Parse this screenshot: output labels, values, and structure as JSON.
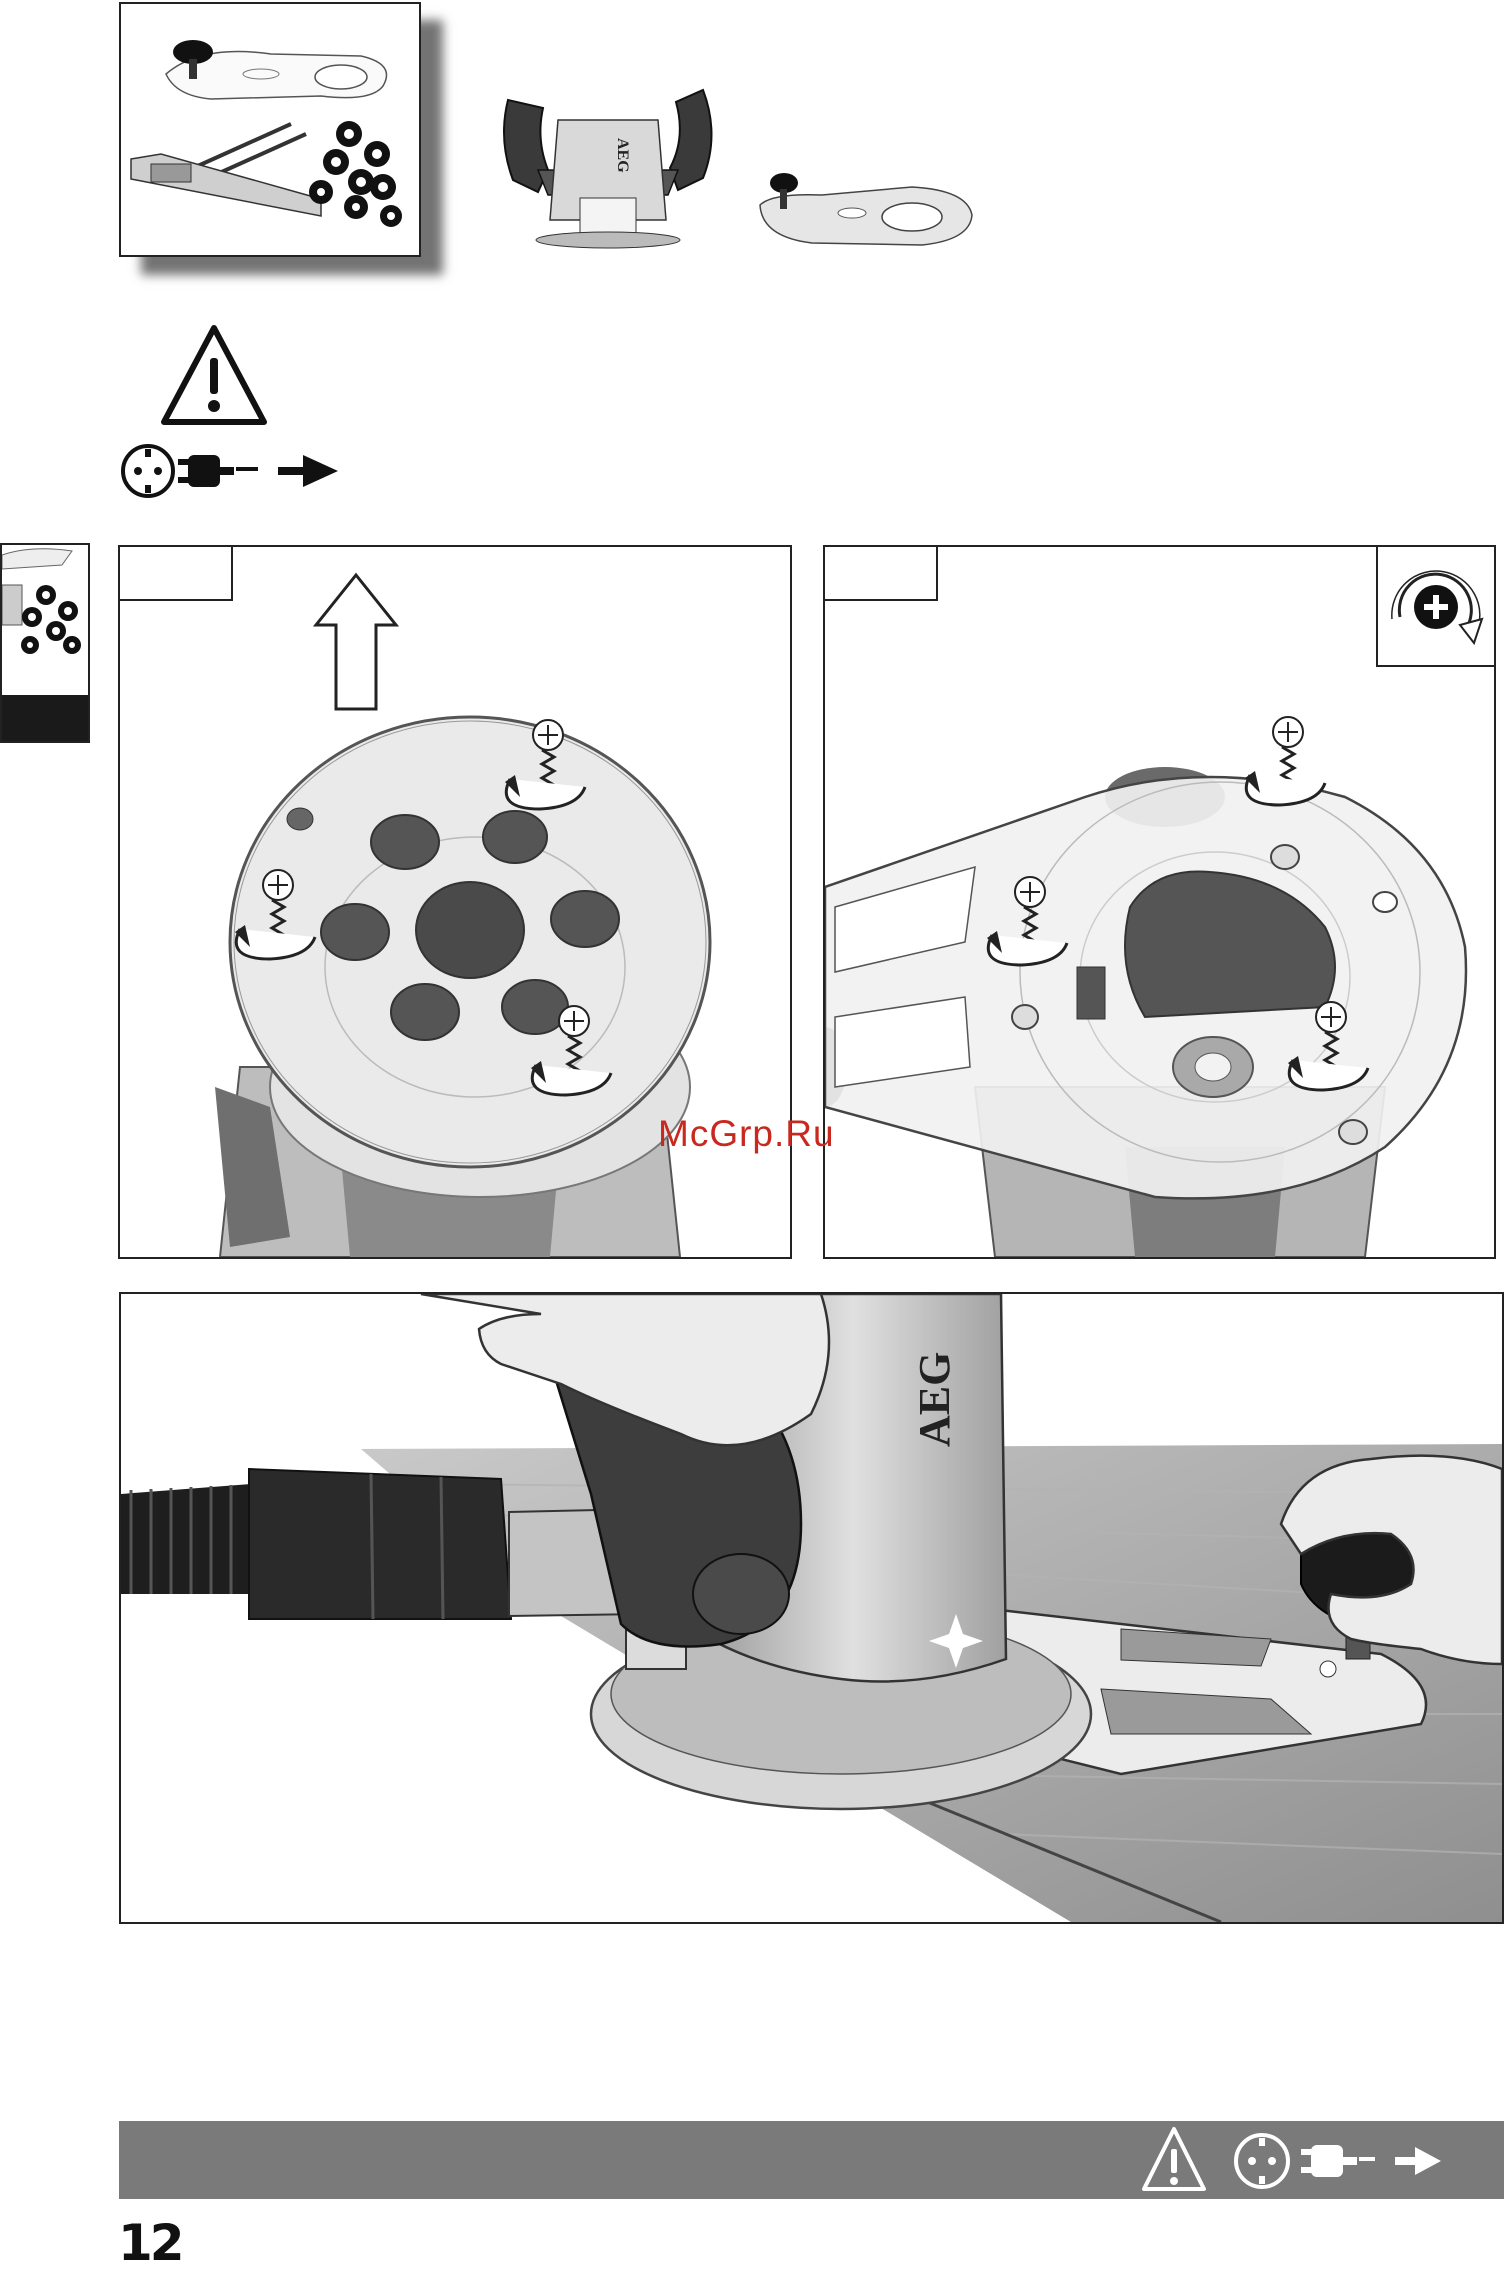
{
  "watermark": {
    "text": "McGrp.Ru"
  },
  "accessories": {
    "brand_label": "AEG"
  },
  "main_figure": {
    "brand_label": "AEG"
  },
  "page": {
    "number": "12"
  },
  "icons": {
    "warning": "warning-triangle-icon",
    "socket": "power-socket-icon",
    "plug": "unplug-icon",
    "arrow": "arrow-right-icon",
    "rotate": "rotate-tighten-icon"
  },
  "colors": {
    "footer_bar": "#7a7a7a",
    "watermark": "#c8281e",
    "sidebar_tab": "#1a1a1a"
  }
}
